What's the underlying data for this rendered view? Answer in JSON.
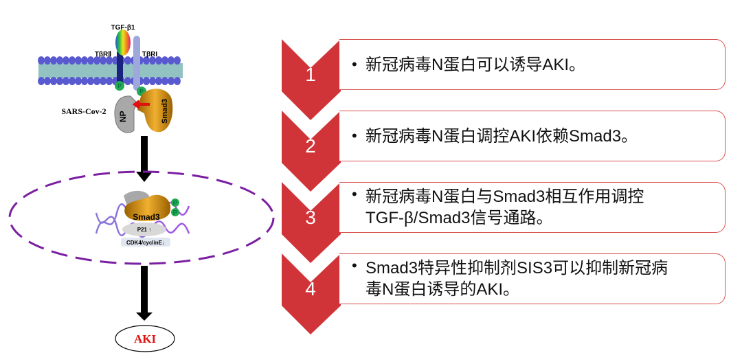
{
  "diagram": {
    "ligand_label": "TGF-β1",
    "receptor2_label": "TβRⅡ",
    "receptor1_label": "TβRI",
    "phospho_label": "P",
    "virus_label": "SARS-Cov-2",
    "np_label": "NP",
    "smad3_label": "Smad3",
    "p21_label": "P21 ↑",
    "cdk_label": "CDK4/cyclinE↓",
    "outcome_label": "AKI",
    "colors": {
      "nucleus": "#7b1fa2",
      "chevron": "#d13438",
      "outcome_text": "#e01010",
      "smad3": "#c8860a"
    }
  },
  "steps": [
    {
      "number": "1",
      "lines": [
        "新冠病毒N蛋白可以诱导AKI。"
      ]
    },
    {
      "number": "2",
      "lines": [
        "新冠病毒N蛋白调控AKI依赖Smad3。"
      ]
    },
    {
      "number": "3",
      "lines": [
        "新冠病毒N蛋白与Smad3相互作用调控",
        "TGF-β/Smad3信号通路。"
      ]
    },
    {
      "number": "4",
      "lines": [
        "Smad3特异性抑制剂SIS3可以抑制新冠病",
        "毒N蛋白诱导的AKI。"
      ]
    }
  ],
  "bullet": "•"
}
